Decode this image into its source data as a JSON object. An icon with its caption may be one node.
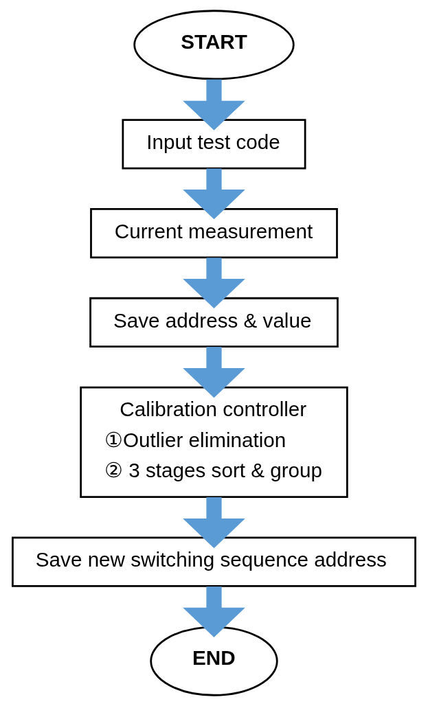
{
  "diagram": {
    "nodes": [
      {
        "text": [
          "START"
        ]
      },
      {
        "text": [
          "Input test code"
        ]
      },
      {
        "text": [
          "Current measurement"
        ]
      },
      {
        "text": [
          "Save address & value"
        ]
      },
      {
        "text": [
          "Calibration controller",
          "①Outlier elimination",
          "② 3 stages sort & group"
        ]
      },
      {
        "text": [
          "Save new switching sequence address"
        ]
      },
      {
        "text": [
          "END"
        ]
      }
    ],
    "edges": [
      {
        "from": 0,
        "to": 1,
        "arrow": "to"
      },
      {
        "from": 1,
        "to": 2,
        "arrow": "to"
      },
      {
        "from": 2,
        "to": 3,
        "arrow": "to"
      },
      {
        "from": 3,
        "to": 4,
        "arrow": "to"
      },
      {
        "from": 4,
        "to": 5,
        "arrow": "to"
      },
      {
        "from": 5,
        "to": 6,
        "arrow": "to"
      }
    ]
  }
}
